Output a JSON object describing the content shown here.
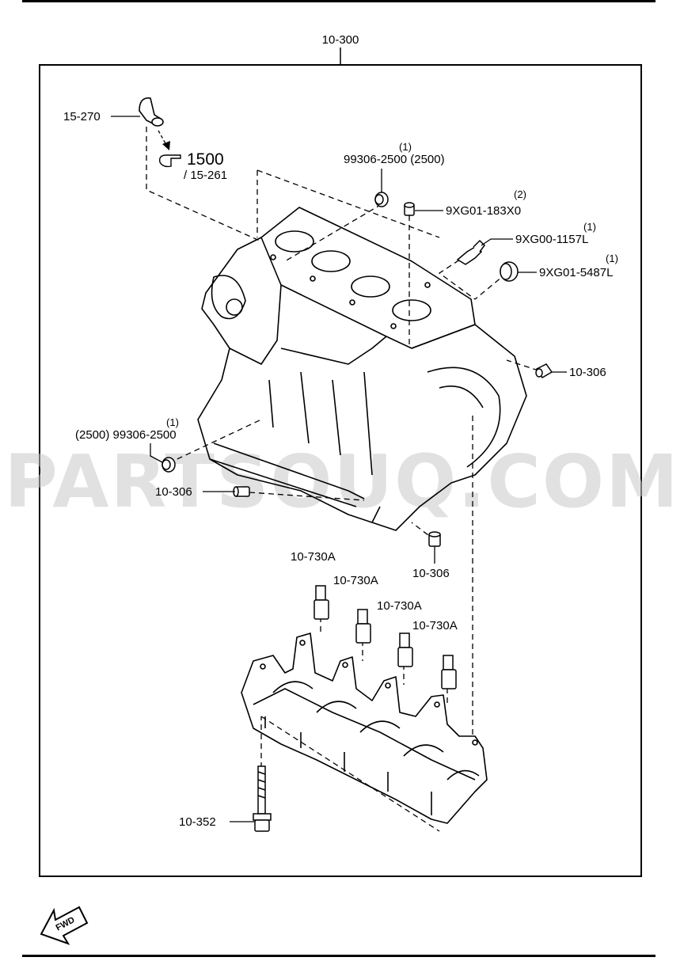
{
  "diagram": {
    "assembly_label": "10-300",
    "watermark": "PARTSOUQ.COM",
    "fwd_label": "FWD",
    "callouts": {
      "c15270": {
        "part": "15-270"
      },
      "c1500": {
        "part": "1500",
        "sub": "/ 15-261"
      },
      "c99306_top": {
        "part": "99306-2500 (2500)",
        "qty": "(1)"
      },
      "c9xg01_183": {
        "part": "9XG01-183X0",
        "qty": "(2)"
      },
      "c9xg00_1157": {
        "part": "9XG00-1157L",
        "qty": "(1)"
      },
      "c9xg01_5487": {
        "part": "9XG01-5487L",
        "qty": "(1)"
      },
      "c10306_right": {
        "part": "10-306"
      },
      "c99306_left": {
        "part": "(2500) 99306-2500",
        "qty": "(1)"
      },
      "c10306_left": {
        "part": "10-306"
      },
      "c10306_bottom": {
        "part": "10-306"
      },
      "c730a_1": {
        "part": "10-730A"
      },
      "c730a_2": {
        "part": "10-730A"
      },
      "c730a_3": {
        "part": "10-730A"
      },
      "c730a_4": {
        "part": "10-730A"
      },
      "c10352": {
        "part": "10-352"
      }
    }
  }
}
